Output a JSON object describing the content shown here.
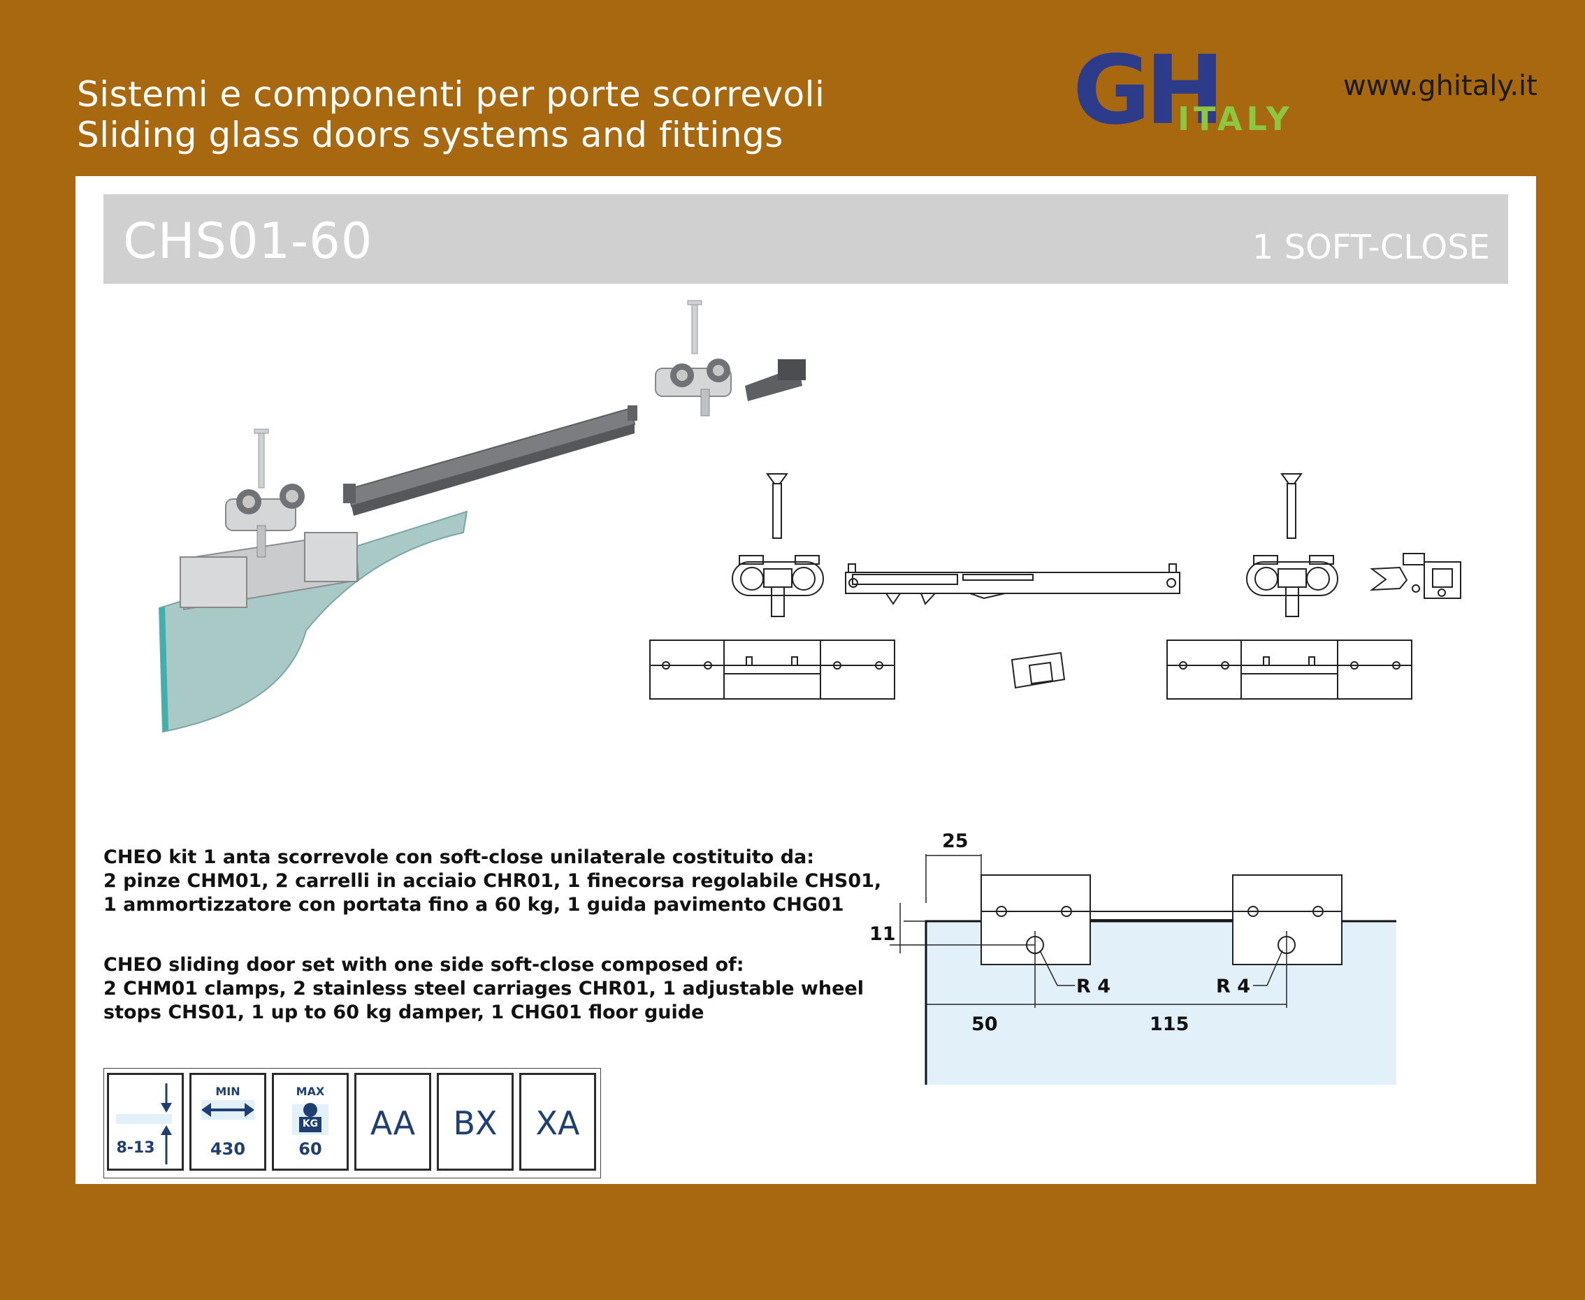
{
  "header": {
    "line_it": "Sistemi e componenti per porte scorrevoli",
    "line_en": "Sliding glass doors systems and fittings",
    "logo_main": "GH",
    "logo_sub": "ITALY",
    "website": "www.ghitaly.it"
  },
  "product": {
    "code": "CHS01-60",
    "feature": "1 SOFT-CLOSE"
  },
  "description": {
    "it": [
      "CHEO kit 1 anta scorrevole con soft-close unilaterale costituito da:",
      "2 pinze CHM01, 2 carrelli in acciaio CHR01, 1 finecorsa regolabile CHS01,",
      "1 ammortizzatore con portata fino a 60 kg, 1 guida pavimento CHG01"
    ],
    "en": [
      "CHEO sliding door set with one side soft-close composed of:",
      "2 CHM01 clamps, 2 stainless steel carriages CHR01, 1 adjustable wheel",
      "stops CHS01, 1 up to 60 kg damper, 1 CHG01 floor guide"
    ]
  },
  "dimensions": {
    "d1": "25",
    "d2": "11",
    "d3": "50",
    "d4": "115",
    "r1": "R 4",
    "r2": "R 4"
  },
  "specs": {
    "thickness": "8-13",
    "min_label": "MIN",
    "min_value": "430",
    "max_label": "MAX",
    "kg_label": "KG",
    "max_value": "60",
    "finish_1": "AA",
    "finish_2": "BX",
    "finish_3": "XA"
  },
  "colors": {
    "background": "#a8680f",
    "title_bar": "#d0d0d0",
    "logo_blue": "#2d3c8a",
    "logo_green": "#8dc63f",
    "icon_blue": "#1e3f6f",
    "glass": "#a9c9c7"
  }
}
